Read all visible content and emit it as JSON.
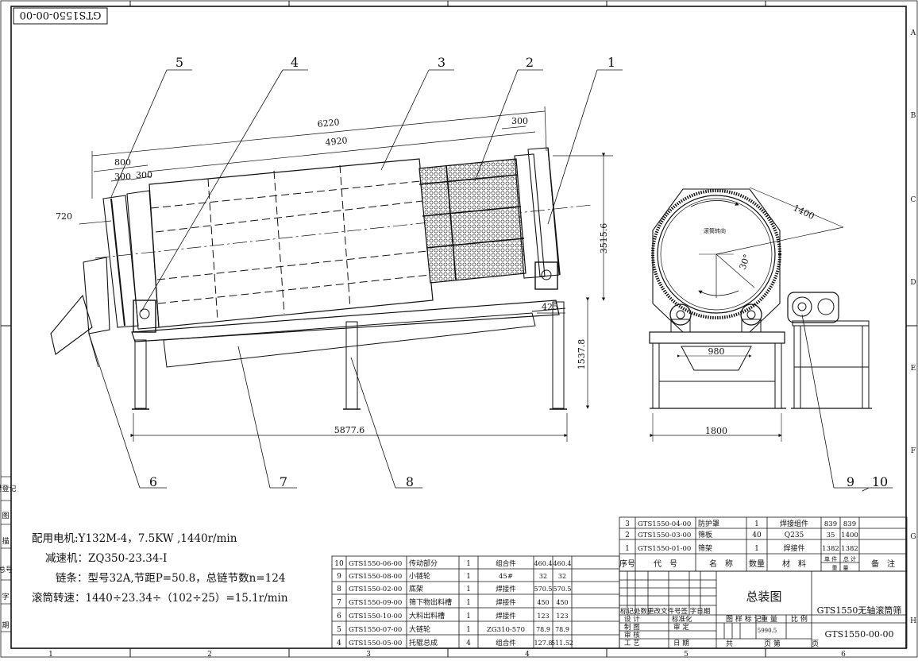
{
  "drawing": {
    "code_stamp": "GTS1550-00-00",
    "title": "总装图",
    "product_name": "GTS1550无轴滚筒筛",
    "drawing_no": "GTS1550-00-00",
    "weight_value": "5990.5",
    "rotation_label": "滚筒转向"
  },
  "grid": {
    "columns": [
      "1",
      "2",
      "3",
      "4",
      "5",
      "6"
    ],
    "rows": [
      "A",
      "B",
      "C",
      "D",
      "E",
      "F",
      "G",
      "H"
    ]
  },
  "margin_labels": [
    "借登记",
    "图",
    "描",
    "总号",
    "字",
    "期"
  ],
  "dimensions": {
    "d6220": "6220",
    "d4920": "4920",
    "d800": "800",
    "d300a": "300",
    "d300b": "300",
    "d300c": "300",
    "d720": "720",
    "d425": "425",
    "d3515": "3515.6",
    "d1537": "1537.8",
    "d5877": "5877.6",
    "d1400": "1400",
    "d30": "30°",
    "d980": "980",
    "d1800": "1800"
  },
  "balloons": [
    "1",
    "2",
    "3",
    "4",
    "5",
    "6",
    "7",
    "8",
    "9",
    "10"
  ],
  "notes": {
    "motor": "配用电机:Y132M-4，7.5KW ,1440r/min",
    "reducer": "减速机：ZQ350-23.34-I",
    "chain": "链条：型号32A,节距P=50.8，总链节数n=124",
    "speed": "滚筒转速：1440÷23.34÷（102÷25）=15.1r/min"
  },
  "bom_upper": [
    {
      "no": "3",
      "code": "GTS1550-04-00",
      "name": "防护罩",
      "qty": "1",
      "material": "焊接组件",
      "unit": "839",
      "total": "839"
    },
    {
      "no": "2",
      "code": "GTS1550-03-00",
      "name": "筛板",
      "qty": "40",
      "material": "Q235",
      "unit": "35",
      "total": "1400"
    },
    {
      "no": "1",
      "code": "GTS1550-01-00",
      "name": "筛架",
      "qty": "1",
      "material": "焊接件",
      "unit": "1382",
      "total": "1382"
    }
  ],
  "bom_header": {
    "no": "序号",
    "code": "代　号",
    "name": "名　称",
    "qty": "数量",
    "material": "材　料",
    "unit": "单 件",
    "total": "总 计",
    "weight": "重　量",
    "remark": "备　注"
  },
  "bom_lower": [
    {
      "no": "10",
      "code": "GTS1550-06-00",
      "name": "传动部分",
      "qty": "1",
      "material": "组合件",
      "unit": "460.4",
      "total": "460.4"
    },
    {
      "no": "9",
      "code": "GTS1550-08-00",
      "name": "小链轮",
      "qty": "1",
      "material": "45#",
      "unit": "32",
      "total": "32"
    },
    {
      "no": "8",
      "code": "GTS1550-02-00",
      "name": "底架",
      "qty": "1",
      "material": "焊接件",
      "unit": "570.5",
      "total": "570.5"
    },
    {
      "no": "7",
      "code": "GTS1550-09-00",
      "name": "筛下物出料槽",
      "qty": "1",
      "material": "焊接件",
      "unit": "450",
      "total": "450"
    },
    {
      "no": "6",
      "code": "GTS1550-10-00",
      "name": "大料出料槽",
      "qty": "1",
      "material": "焊接件",
      "unit": "123",
      "total": "123"
    },
    {
      "no": "5",
      "code": "GTS1550-07-00",
      "name": "大链轮",
      "qty": "1",
      "material": "ZG310-570",
      "unit": "78.9",
      "total": "78.9"
    },
    {
      "no": "4",
      "code": "GTS1550-05-00",
      "name": "托辊总成",
      "qty": "4",
      "material": "组合件",
      "unit": "127.8",
      "total": "511.52"
    }
  ],
  "title_block": {
    "change_row": "标记处数更改文件号签  字日期",
    "design": "设 计",
    "standard": "标准化",
    "draw": "制 图",
    "review": "审 定",
    "check": "审 核",
    "process": "工 艺",
    "date": "日 期",
    "stage_header": "图 样 标 记",
    "weight_header": "重 量",
    "scale_header": "比 例",
    "total_sheets": "共",
    "sheet_label": "页 第",
    "page": "页"
  }
}
